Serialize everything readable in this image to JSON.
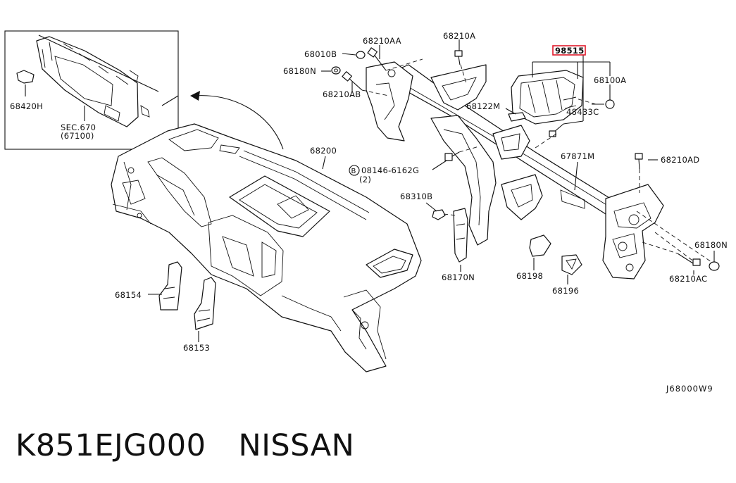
{
  "diagram": {
    "inset_labels": {
      "part_68420H": "68420H",
      "sec_ref": "SEC.670",
      "sec_ref_sub": "(67100)"
    },
    "labels": {
      "p68010B": "68010B",
      "p68210AA": "68210AA",
      "p68210A": "68210A",
      "p98515": "98515",
      "p68180N_left": "68180N",
      "p68210AB": "68210AB",
      "p68100A": "68100A",
      "p48433C": "48433C",
      "p68122M": "68122M",
      "p68200": "68200",
      "p67871M": "67871M",
      "p68210AD": "68210AD",
      "bolt_circle": "B",
      "p08146": "08146-6162G",
      "p08146_qty": "(2)",
      "p68310B": "68310B",
      "p68180N_right": "68180N",
      "p68154": "68154",
      "p68170N": "68170N",
      "p68198": "68198",
      "p68196": "68196",
      "p68210AC": "68210AC",
      "p68153": "68153"
    },
    "diagram_code": "J68000W9",
    "highlight_color": "#e0192a"
  },
  "footer": {
    "part_number": "K851EJG000",
    "brand": "NISSAN"
  }
}
